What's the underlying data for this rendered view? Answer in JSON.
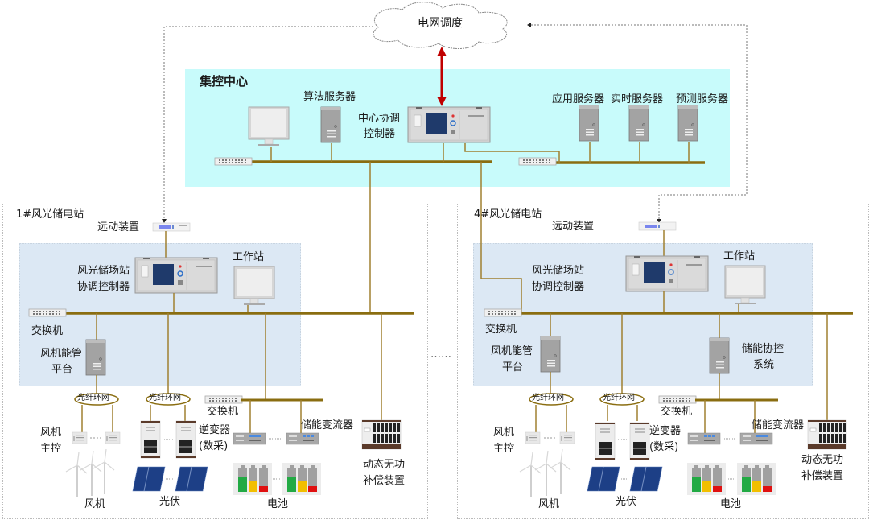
{
  "grid_dispatch": {
    "label": "电网调度"
  },
  "control_center": {
    "title": "集控中心",
    "algorithm_server": "算法服务器",
    "central_controller": [
      "中心协调",
      "控制器"
    ],
    "app_server": "应用服务器",
    "realtime_server": "实时服务器",
    "forecast_server": "预测服务器"
  },
  "ellipsis": "……",
  "stations": [
    {
      "title": "1#风光储电站",
      "rtu": "远动装置",
      "coordinator": [
        "风光储场站",
        "协调控制器"
      ],
      "workstation": "工作站",
      "switch": "交换机",
      "wind_ems": [
        "风机能管",
        "平台"
      ],
      "fiber_ring": "光纤环网",
      "turbine_ctrl": [
        "风机",
        "主控"
      ],
      "inverter": [
        "逆变器",
        "(数采)"
      ],
      "switch2": "交换机",
      "pcs": "储能变流器",
      "svg": [
        "动态无功",
        "补偿装置"
      ],
      "wind": "风机",
      "pv": "光伏",
      "battery": "电池"
    },
    {
      "title": "4#风光储电站",
      "rtu": "远动装置",
      "coordinator": [
        "风光储场站",
        "协调控制器"
      ],
      "workstation": "工作站",
      "switch": "交换机",
      "wind_ems": [
        "风机能管",
        "平台"
      ],
      "storage_ctrl": [
        "储能协控",
        "系统"
      ],
      "fiber_ring": "光纤环网",
      "turbine_ctrl": [
        "风机",
        "主控"
      ],
      "inverter": [
        "逆变器",
        "(数采)"
      ],
      "switch2": "交换机",
      "pcs": "储能变流器",
      "svg": [
        "动态无功",
        "补偿装置"
      ],
      "wind": "风机",
      "pv": "光伏",
      "battery": "电池"
    }
  ],
  "colors": {
    "bus": "#8a6d10",
    "link": "#a08030",
    "center_bg": "#c8fbfb",
    "station_inner_bg": "#dce8f4",
    "red_link": "#c00000"
  }
}
